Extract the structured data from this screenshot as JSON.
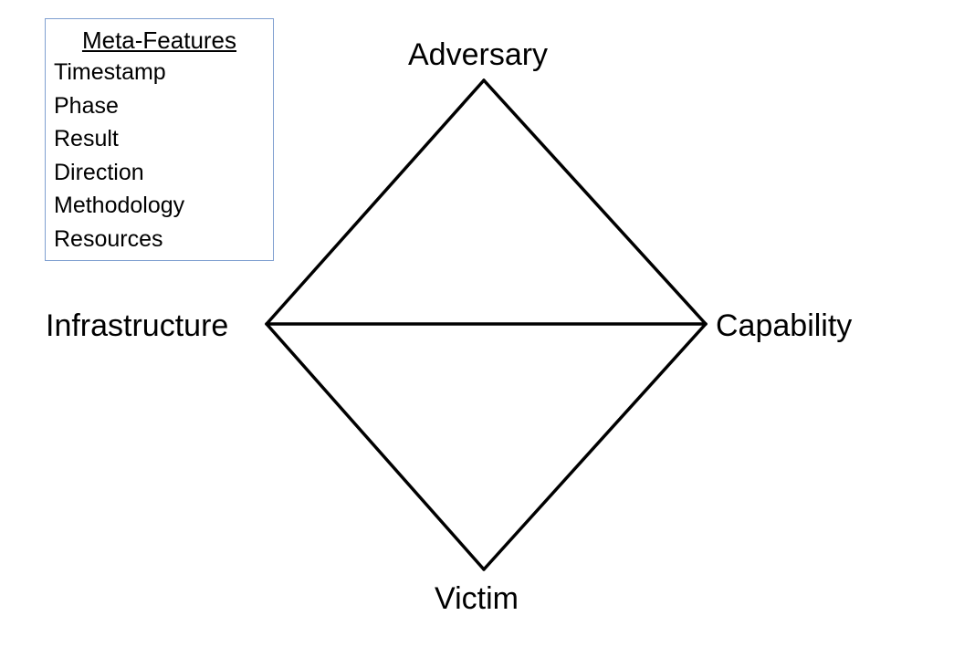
{
  "meta_features": {
    "title": "Meta-Features",
    "items": [
      "Timestamp",
      "Phase",
      "Result",
      "Direction",
      "Methodology",
      "Resources"
    ]
  },
  "nodes": {
    "adversary": "Adversary",
    "infrastructure": "Infrastructure",
    "capability": "Capability",
    "victim": "Victim"
  },
  "edges": [
    [
      "adversary",
      "infrastructure"
    ],
    [
      "adversary",
      "capability"
    ],
    [
      "infrastructure",
      "capability"
    ],
    [
      "infrastructure",
      "victim"
    ],
    [
      "capability",
      "victim"
    ]
  ],
  "colors": {
    "edge": "#000000",
    "box_border": "#7f9fd0"
  }
}
